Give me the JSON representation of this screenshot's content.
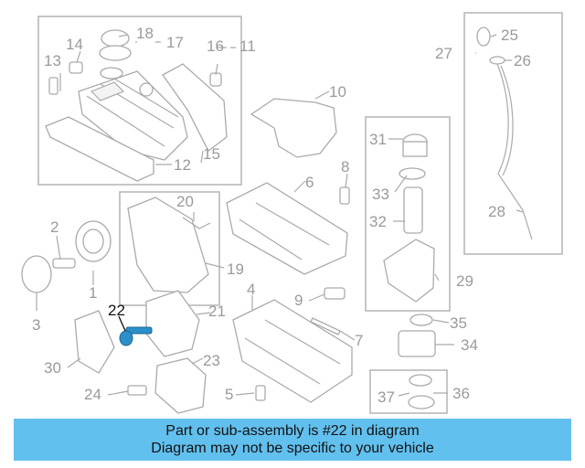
{
  "highlighted_part": "22",
  "banner": {
    "line1": "Part or sub-assembly is #22 in diagram",
    "line2": "Diagram may not be specific to your vehicle"
  },
  "colors": {
    "banner_bg": "#62c0ee",
    "highlight_part": "#2b8fc9",
    "line_art": "#aaaaaa"
  },
  "callouts": {
    "c1": "1",
    "c2": "2",
    "c3": "3",
    "c4": "4",
    "c5": "5",
    "c6": "6",
    "c7": "7",
    "c8": "8",
    "c9": "9",
    "c10": "10",
    "c11": "11",
    "c12": "12",
    "c13": "13",
    "c14": "14",
    "c15": "15",
    "c16": "16",
    "c17": "17",
    "c18": "18",
    "c19": "19",
    "c20": "20",
    "c21": "21",
    "c22": "22",
    "c23": "23",
    "c24": "24",
    "c25": "25",
    "c26": "26",
    "c27": "27",
    "c28": "28",
    "c29": "29",
    "c30": "30",
    "c31": "31",
    "c32": "32",
    "c33": "33",
    "c34": "34",
    "c35": "35",
    "c36": "36",
    "c37": "37"
  }
}
